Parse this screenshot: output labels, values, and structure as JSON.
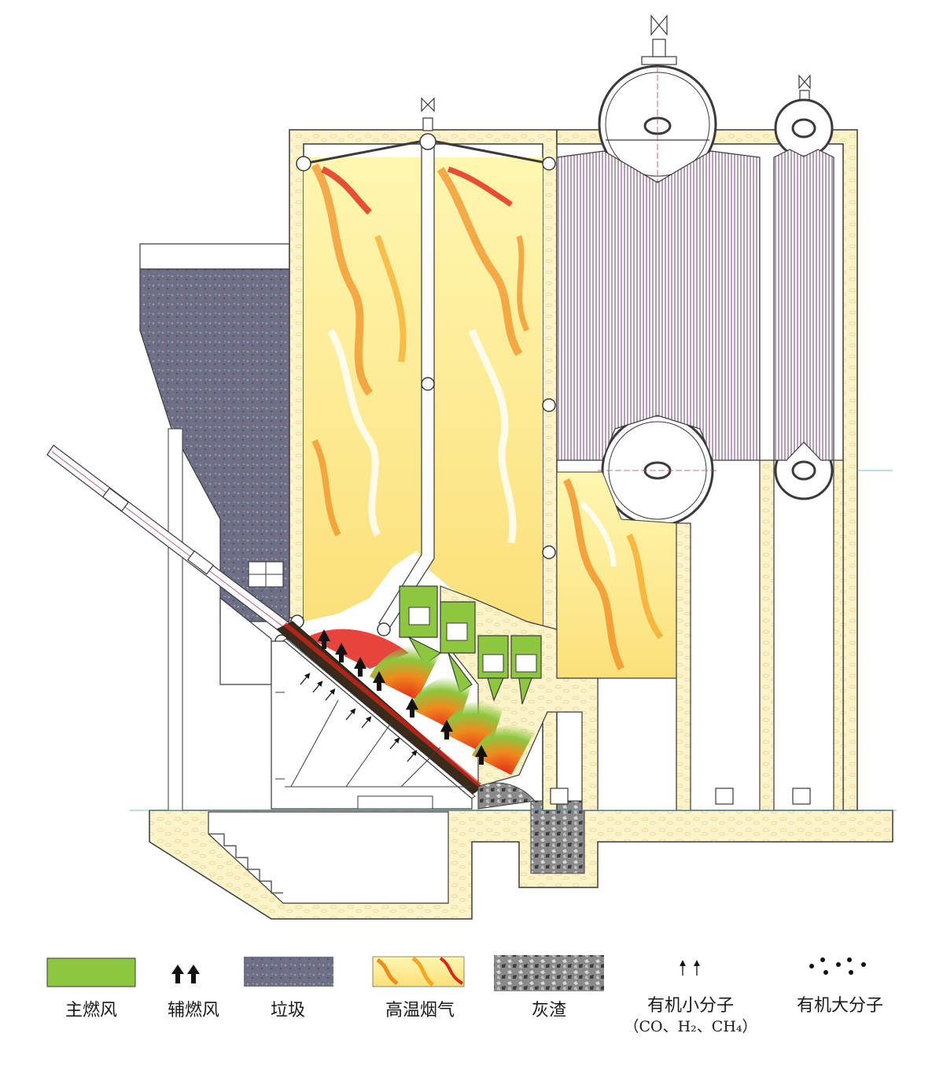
{
  "legend": {
    "items": [
      {
        "id": "primary_air",
        "label": "主燃风",
        "icon": "green-block-icon",
        "color": "#8dc63f"
      },
      {
        "id": "secondary_air",
        "label": "辅燃风",
        "icon": "up-arrows-icon",
        "color": "#111111"
      },
      {
        "id": "garbage",
        "label": "垃圾",
        "icon": "garbage-texture-icon",
        "color": "#6c6f86"
      },
      {
        "id": "flue_gas",
        "label": "高温烟气",
        "icon": "flame-texture-icon",
        "color": "#f7b92a"
      },
      {
        "id": "ash",
        "label": "灰渣",
        "icon": "ash-texture-icon",
        "color": "#7d7d7d"
      },
      {
        "id": "small_molecules",
        "label": "有机小分子",
        "sublabel": "（CO、H₂、CH₄）",
        "icon": "thin-arrows-icon",
        "color": "#111111"
      },
      {
        "id": "large_molecules",
        "label": "有机大分子",
        "icon": "dots-icon",
        "color": "#111111"
      }
    ]
  },
  "colors": {
    "refractory": "#fdf3c9",
    "outline": "#3a3a3a",
    "primary_air": "#8dc63f",
    "flame_yellow": "#f7c52e",
    "flame_orange": "#f08a1c",
    "flame_red": "#e2231a",
    "tubes": "#8b6b8e",
    "garbage": "#6c6f86",
    "ash": "#7d7d7d"
  }
}
